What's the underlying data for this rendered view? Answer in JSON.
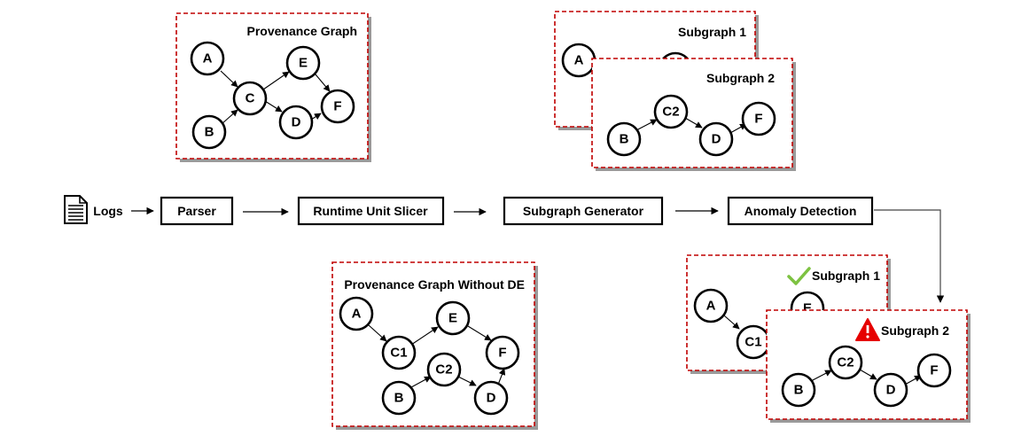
{
  "pipeline": {
    "logs_label": "Logs",
    "steps": [
      "Parser",
      "Runtime Unit Slicer",
      "Subgraph Generator",
      "Anomaly Detection"
    ]
  },
  "panels": {
    "provenance_graph": {
      "title": "Provenance Graph",
      "nodes": [
        "A",
        "B",
        "C",
        "E",
        "D",
        "F"
      ]
    },
    "subgraph1_top": {
      "title": "Subgraph 1",
      "nodes": [
        "A"
      ]
    },
    "subgraph2_top": {
      "title": "Subgraph 2",
      "nodes": [
        "B",
        "C2",
        "D",
        "F"
      ]
    },
    "provenance_without_de": {
      "title": "Provenance Graph Without DE",
      "nodes": [
        "A",
        "C1",
        "E",
        "F",
        "C2",
        "B",
        "D"
      ]
    },
    "subgraph1_result": {
      "title": "Subgraph 1",
      "status": "normal",
      "nodes": [
        "A",
        "C1",
        "E"
      ]
    },
    "subgraph2_result": {
      "title": "Subgraph 2",
      "status": "anomalous",
      "nodes": [
        "B",
        "C2",
        "D",
        "F"
      ]
    }
  },
  "colors": {
    "frame": "#c00000",
    "check": "#7dc241",
    "warning": "#e60000"
  },
  "icons": {
    "logs": "document-icon",
    "normal": "check-icon",
    "anomalous": "warning-icon"
  }
}
